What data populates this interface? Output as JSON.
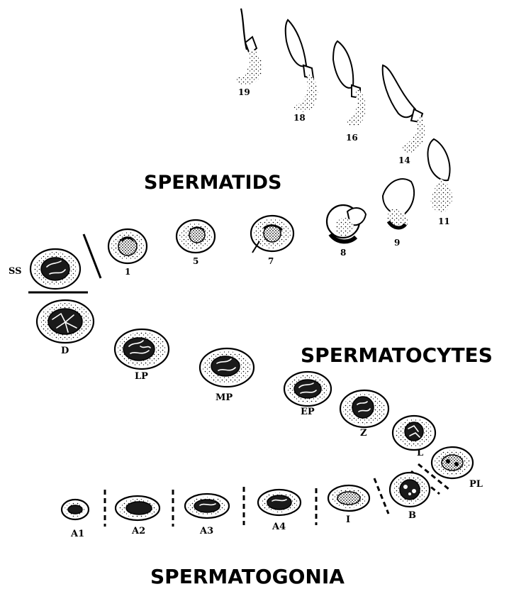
{
  "headings": {
    "spermatids": "SPERMATIDS",
    "spermatocytes": "SPERMATOCYTES",
    "spermatogonia": "SPERMATOGONIA"
  },
  "spermatid_labels": [
    "19",
    "18",
    "16",
    "14",
    "11",
    "9",
    "8",
    "7",
    "5",
    "1"
  ],
  "spermatocyte_labels": [
    "SS",
    "D",
    "LP",
    "MP",
    "EP",
    "Z",
    "L",
    "PL"
  ],
  "spermatogonia_labels": [
    "A1",
    "A2",
    "A3",
    "A4",
    "I",
    "B"
  ]
}
